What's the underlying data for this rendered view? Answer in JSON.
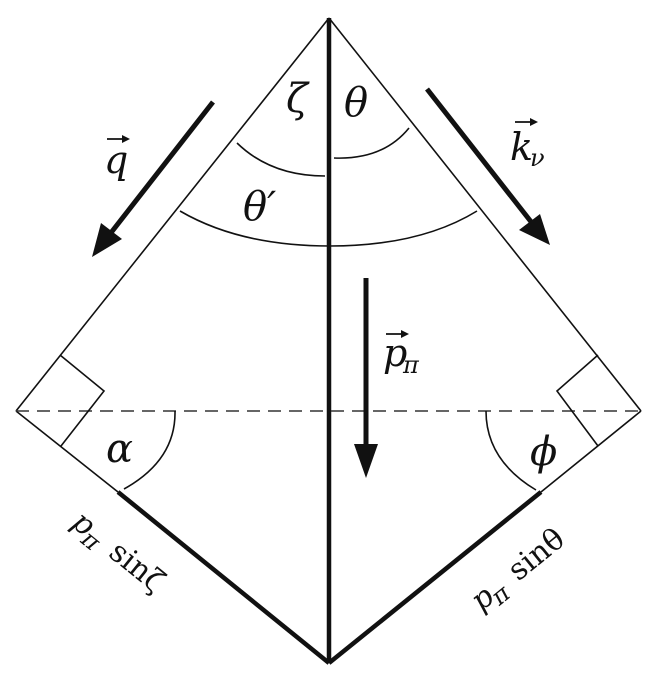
{
  "diagram": {
    "labels": {
      "zeta": "ζ",
      "theta": "θ",
      "theta_prime": "θ′",
      "alpha": "α",
      "phi": "ϕ"
    },
    "vectors": {
      "q": {
        "symbol": "q",
        "sub": ""
      },
      "k_nu": {
        "symbol": "k",
        "sub": "ν"
      },
      "p_pi": {
        "symbol": "p",
        "sub": "π"
      }
    },
    "sides": {
      "left": {
        "p": "p",
        "sub": "π",
        "fn": "sinζ"
      },
      "right": {
        "p": "p",
        "sub": "π",
        "fn": "sinθ"
      }
    }
  }
}
